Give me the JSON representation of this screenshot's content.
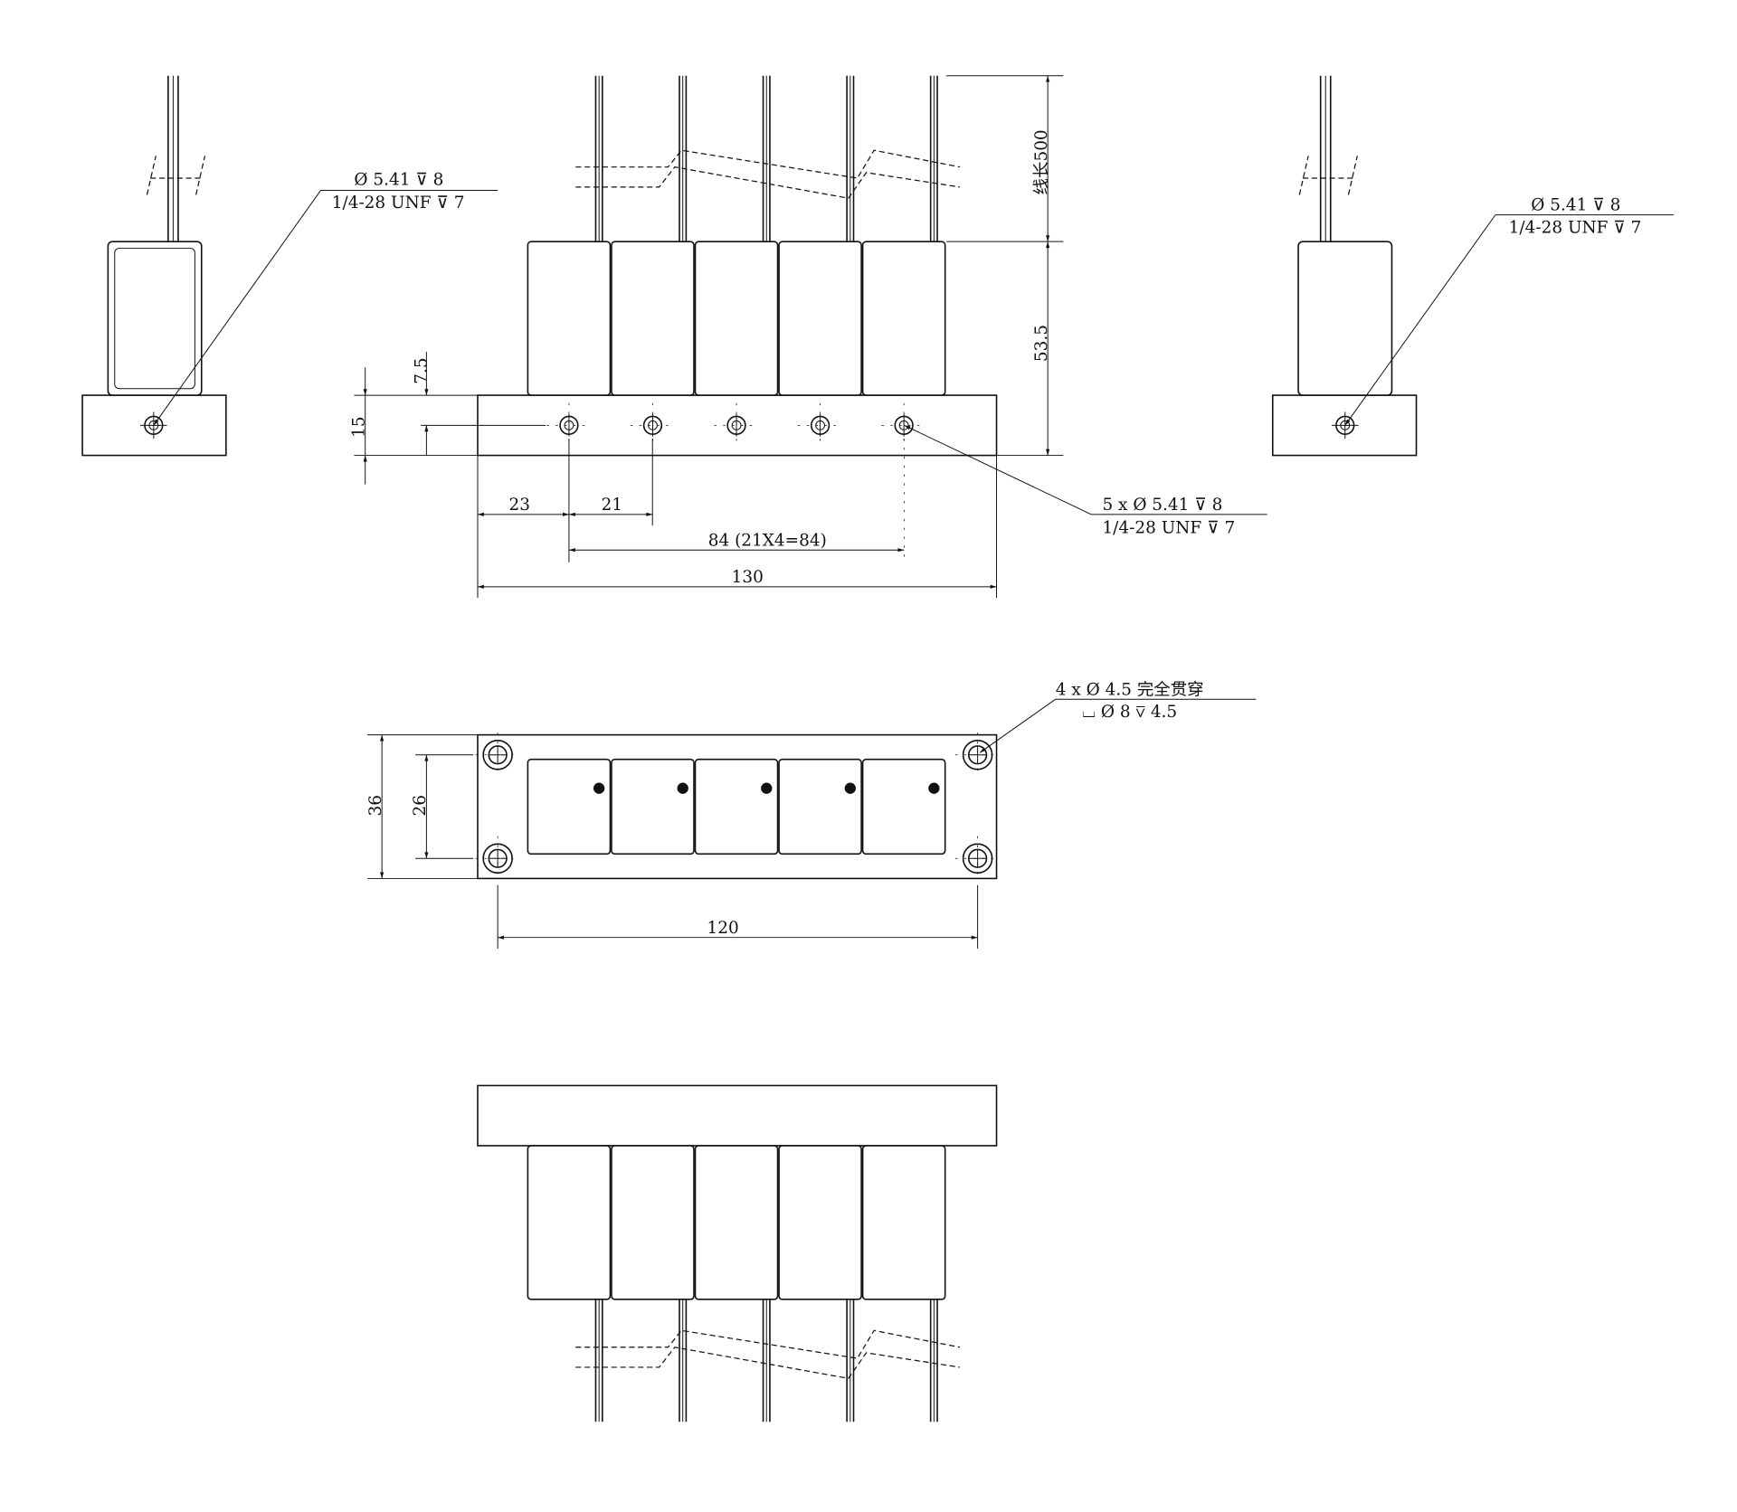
{
  "front_view": {
    "wire_length_label": "线长500",
    "height_label": "53.5",
    "base_height_label": "15",
    "hole_center_label": "7.5",
    "edge_offset_label": "23",
    "pitch_label": "21",
    "span_label": "84 (21X4=84)",
    "total_width_label": "130",
    "callout_line1": "5 x Ø 5.41 ⊽ 8",
    "callout_line2": "1/4-28 UNF  ⊽ 7",
    "capacitor_count": 5
  },
  "left_view": {
    "callout_line1": "Ø 5.41 ⊽ 8",
    "callout_line2": "1/4-28 UNF  ⊽ 7"
  },
  "right_view": {
    "callout_line1": "Ø 5.41 ⊽ 8",
    "callout_line2": "1/4-28 UNF  ⊽ 7"
  },
  "top_view": {
    "depth_label": "36",
    "hole_spacing_y_label": "26",
    "hole_spacing_x_label": "120",
    "callout_line1": "4 x Ø 4.5 完全贯穿",
    "callout_line2": "⌴ Ø 8 ⊽ 4.5"
  }
}
